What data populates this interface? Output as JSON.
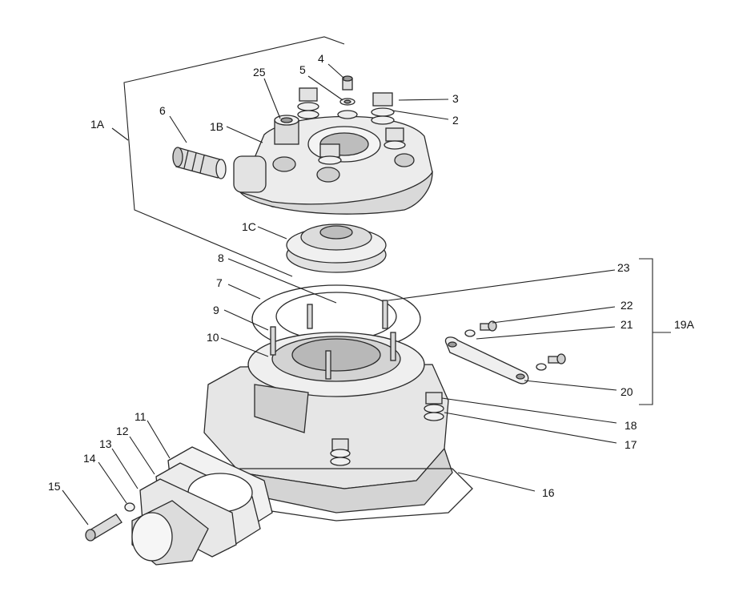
{
  "callouts": {
    "c1A": "1A",
    "c1B": "1B",
    "c1C": "1C",
    "c2": "2",
    "c3": "3",
    "c4": "4",
    "c5": "5",
    "c6": "6",
    "c7": "7",
    "c8": "8",
    "c9": "9",
    "c10": "10",
    "c11": "11",
    "c12": "12",
    "c13": "13",
    "c14": "14",
    "c15": "15",
    "c16": "16",
    "c17": "17",
    "c18": "18",
    "c19A": "19A",
    "c20": "20",
    "c21": "21",
    "c22": "22",
    "c23": "23",
    "c25": "25"
  },
  "colors": {
    "line": "#2a2a2a",
    "fill_light": "#e8e8e8",
    "fill_mid": "#cfcfcf",
    "fill_dark": "#9c9c9c",
    "background": "#ffffff"
  }
}
